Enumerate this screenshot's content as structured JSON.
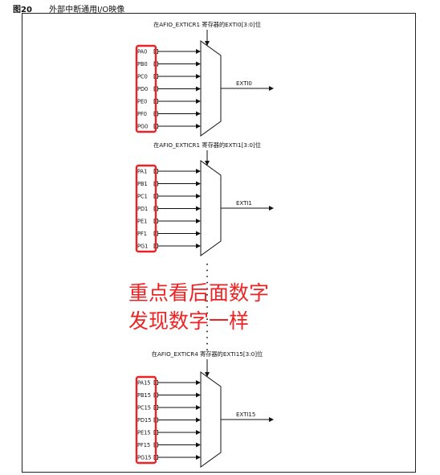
{
  "caption": {
    "fig_number": "图20",
    "title": "外部中断通用I/O映像"
  },
  "groups": [
    {
      "register": "在AFIO_EXTICR1 寄存器的EXTI0[3:0]位",
      "inputs": [
        "PA0",
        "PB0",
        "PC0",
        "PD0",
        "PE0",
        "PF0",
        "PG0"
      ],
      "output": "EXTI0"
    },
    {
      "register": "在AFIO_EXTICR1 寄存器的EXTI1[3:0]位",
      "inputs": [
        "PA1",
        "PB1",
        "PC1",
        "PD1",
        "PE1",
        "PF1",
        "PG1"
      ],
      "output": "EXTI1"
    },
    {
      "register": "在AFIO_EXTICR4 寄存器的EXTI15[3:0]位",
      "inputs": [
        "PA15",
        "PB15",
        "PC15",
        "PD15",
        "PE15",
        "PF15",
        "PG15"
      ],
      "output": "EXTI15"
    }
  ],
  "annotation": {
    "line1": "重点看后面数字",
    "line2": "发现数字一样"
  },
  "colors": {
    "highlight": "#ee2222",
    "ink": "#111111"
  }
}
